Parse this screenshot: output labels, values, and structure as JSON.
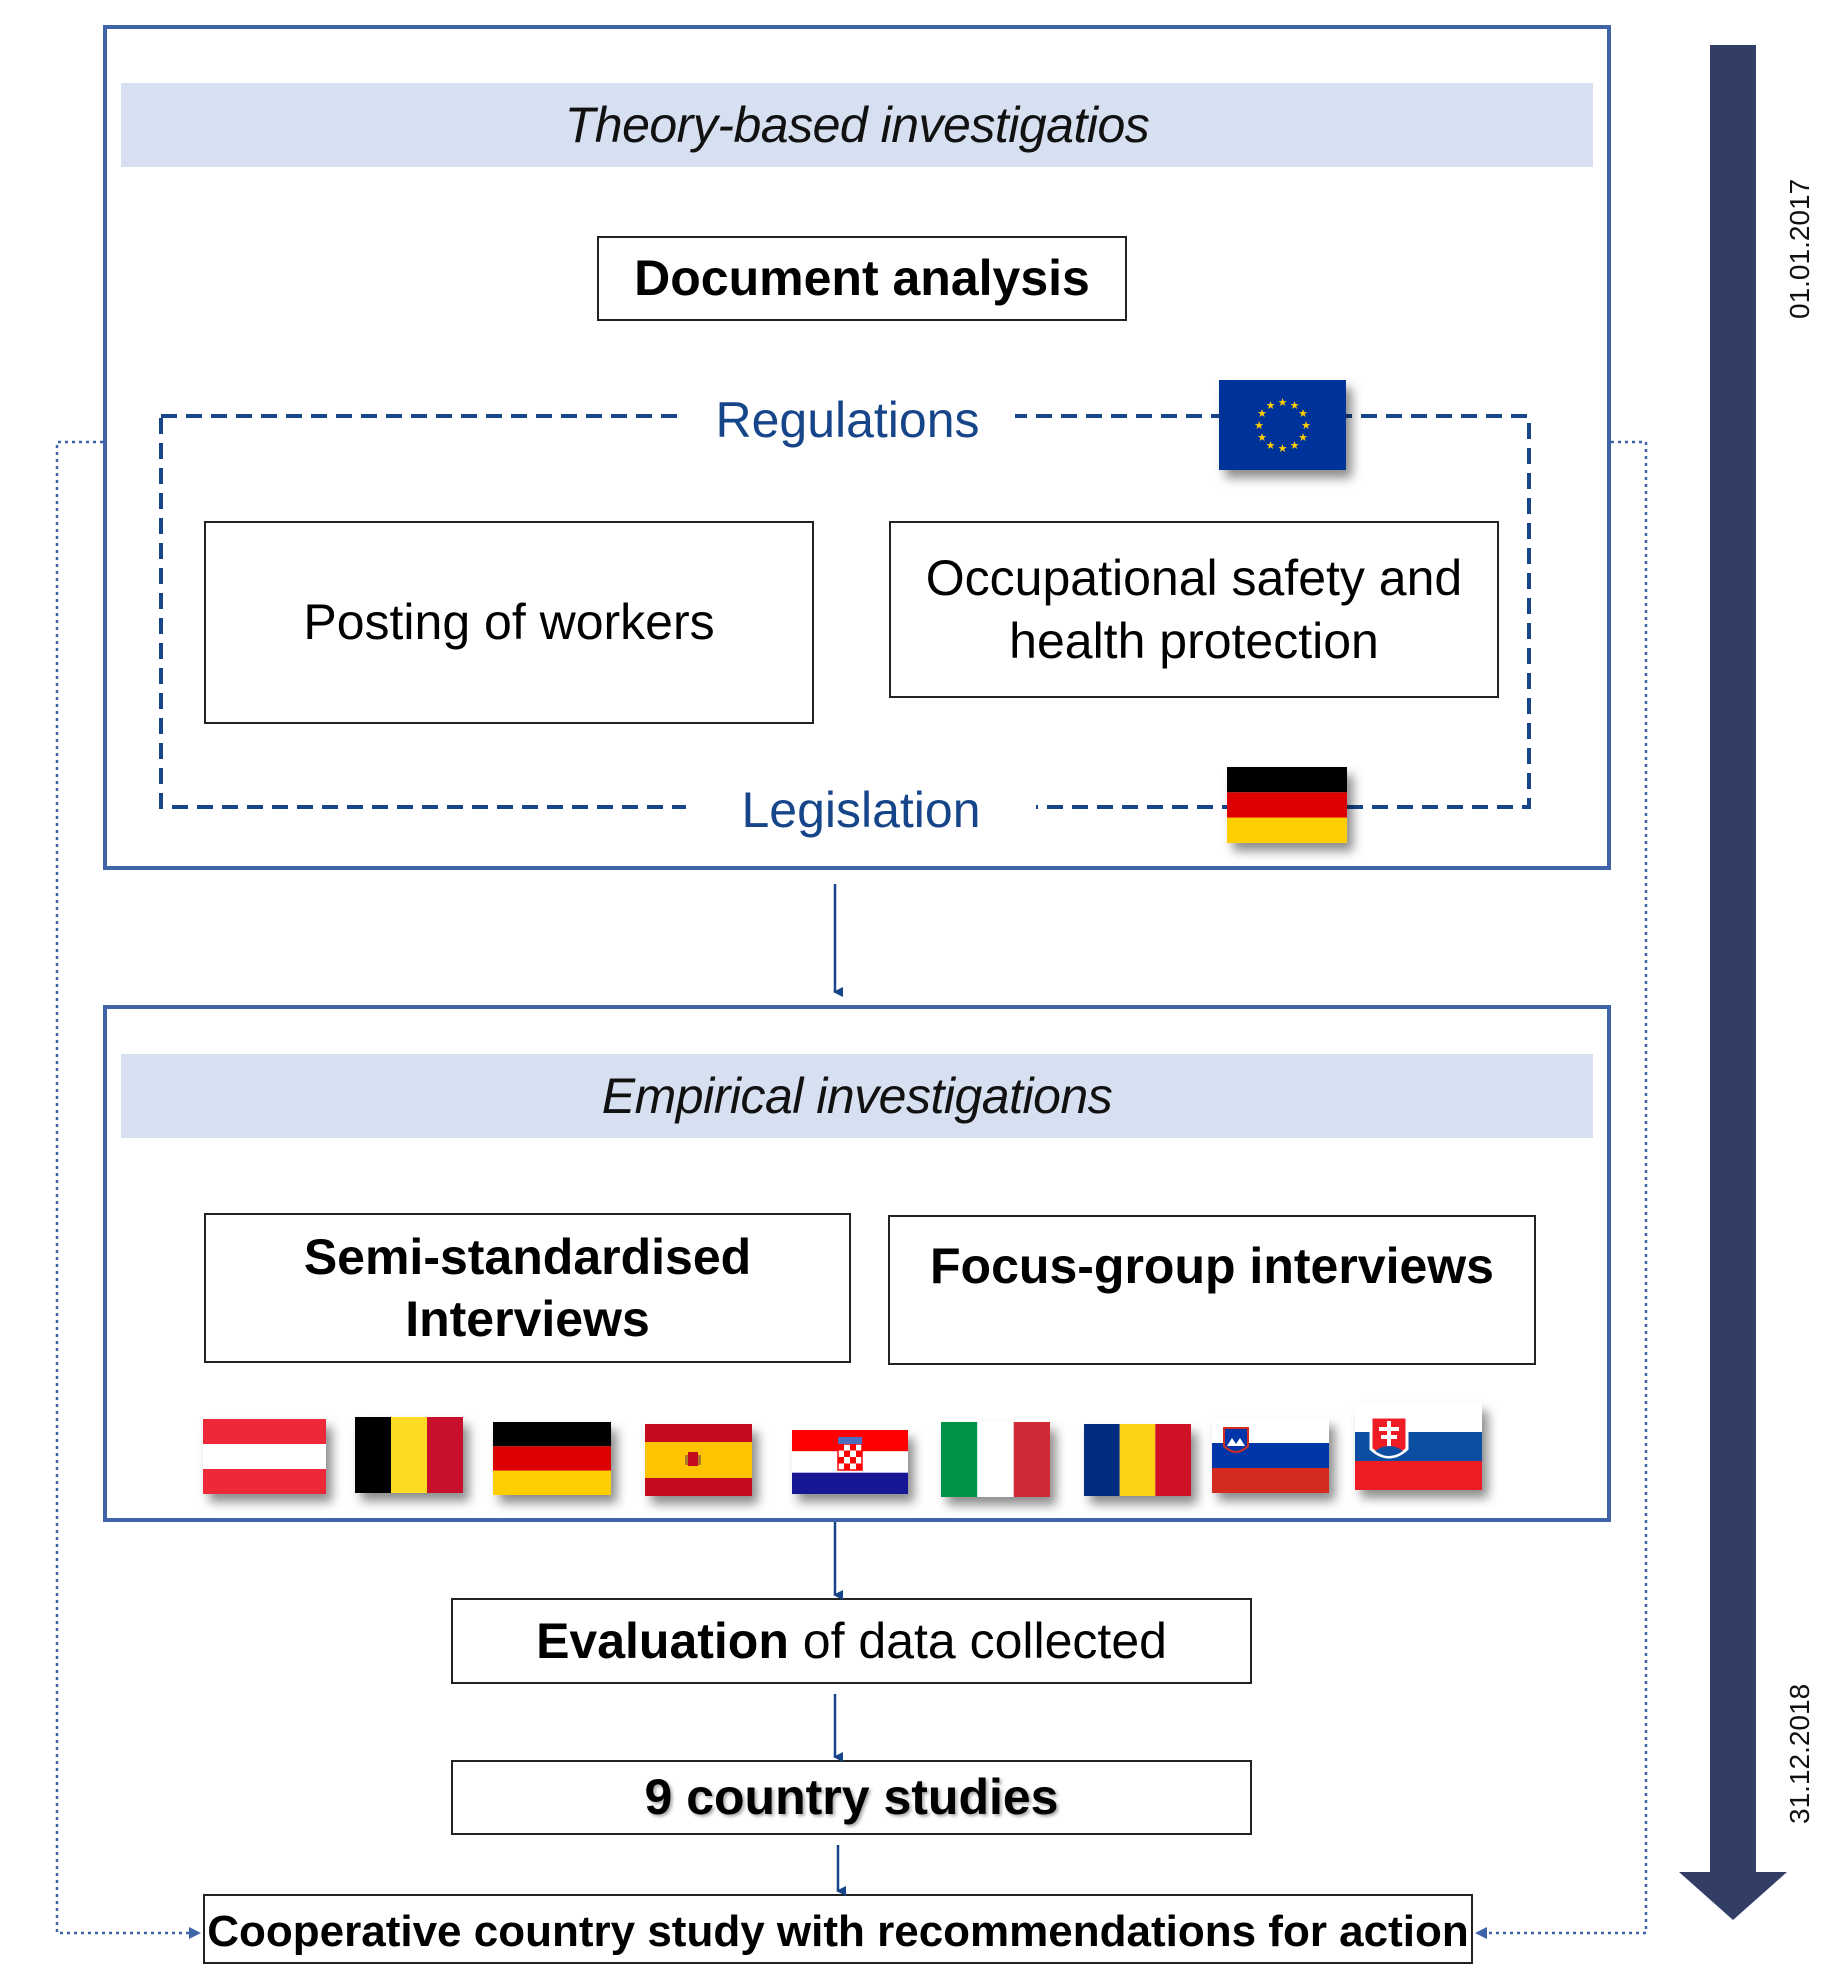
{
  "theory": {
    "title": "Theory-based investigatios",
    "document_analysis": "Document analysis",
    "regulations_label": "Regulations",
    "legislation_label": "Legislation",
    "posting": "Posting of workers",
    "osh_line1": "Occupational safety and",
    "osh_line2": "health protection",
    "flags": [
      "eu-flag",
      "germany-flag"
    ]
  },
  "empirical": {
    "title": "Empirical investigations",
    "semi_line1": "Semi-standardised",
    "semi_line2": "Interviews",
    "focus": "Focus-group interviews",
    "flags": [
      "austria-flag",
      "belgium-flag",
      "germany-flag",
      "spain-flag",
      "croatia-flag",
      "italy-flag",
      "romania-flag",
      "slovenia-flag",
      "slovakia-flag"
    ]
  },
  "steps": {
    "evaluation_bold": "Evaluation",
    "evaluation_rest": " of data collected",
    "country_studies": "9 country studies",
    "cooperative": "Cooperative country study with recommendations for action"
  },
  "timeline": {
    "start": "01.01.2017",
    "end": "31.12.2018"
  },
  "colors": {
    "section_border": "#3f64a8",
    "band": "#d6e0f0",
    "dashed": "#17458a",
    "timeline": "#333e66"
  }
}
